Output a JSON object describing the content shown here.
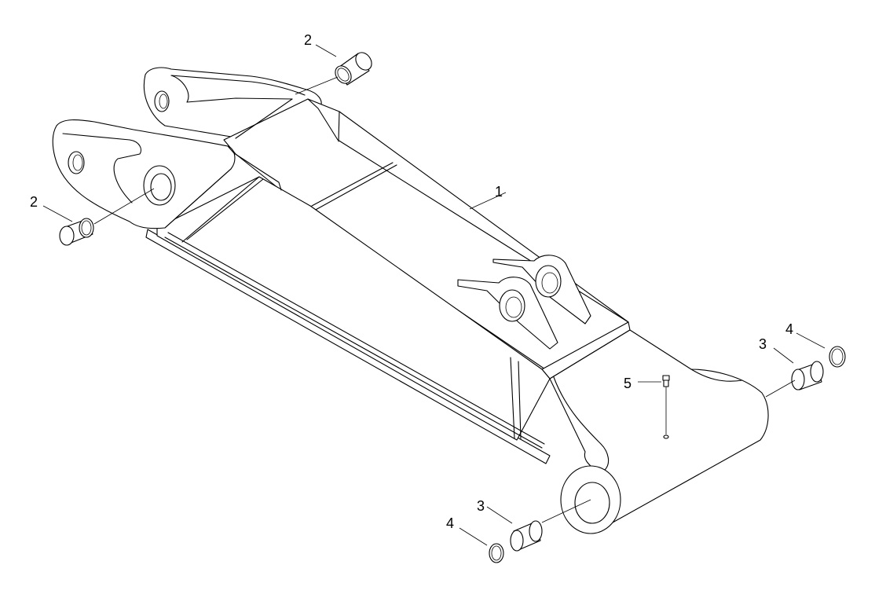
{
  "callouts": [
    {
      "id": "c1",
      "number": "1"
    },
    {
      "id": "c2a",
      "number": "2"
    },
    {
      "id": "c2b",
      "number": "2"
    },
    {
      "id": "c3a",
      "number": "3"
    },
    {
      "id": "c3b",
      "number": "3"
    },
    {
      "id": "c4a",
      "number": "4"
    },
    {
      "id": "c4b",
      "number": "4"
    },
    {
      "id": "c5",
      "number": "5"
    }
  ]
}
